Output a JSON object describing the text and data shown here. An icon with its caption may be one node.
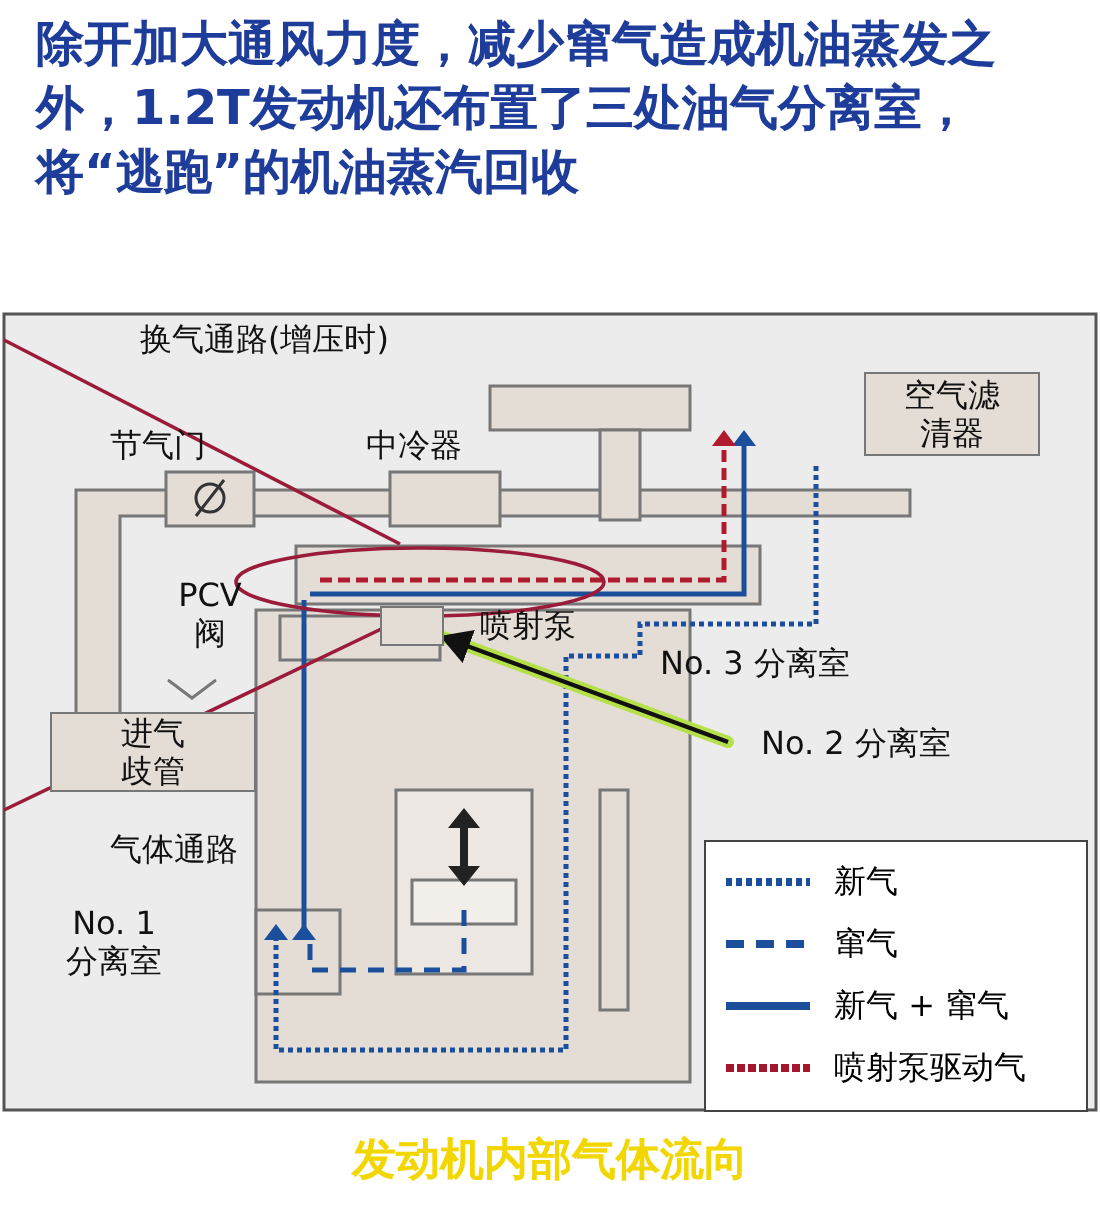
{
  "diagram": {
    "title": "除开加大通风力度，减少窜气造成机油蒸发之外，1.2T发动机还布置了三处油气分离室，将“逃跑”的机油蒸汽回收",
    "caption": "发动机内部气体流向",
    "nodes": [
      {
        "text": [
          "空气滤清器"
        ]
      },
      {
        "text": [
          "进气歧管"
        ]
      },
      {
        "text": [
          "No. 2 分离室"
        ]
      },
      {
        "text": [],
        "shape": "box"
      }
    ],
    "edges": [
      {
        "from": 2,
        "to": 3,
        "arrow": "to"
      }
    ],
    "labels": [
      "换气通路(增压时)",
      "节气门",
      "中冷器",
      "PCV 阀",
      "喷射泵",
      "No. 3 分离室",
      "气体通路",
      "No. 1 分离室"
    ],
    "legend": [
      {
        "text": "新气"
      },
      {
        "text": "窜气"
      },
      {
        "text": "新气 + 窜气"
      },
      {
        "text": "喷射泵驱动气"
      }
    ]
  }
}
